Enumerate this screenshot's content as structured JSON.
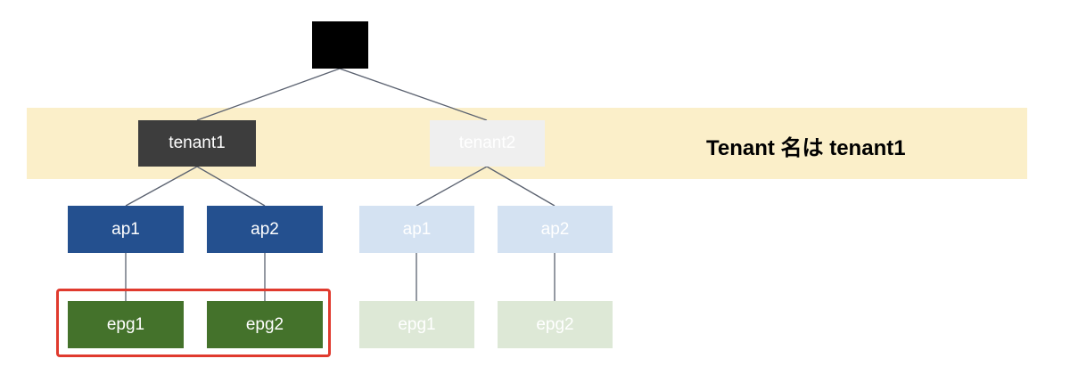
{
  "caption": "Tenant 名は tenant1",
  "colors": {
    "band": "#fbefc9",
    "root": "#000000",
    "tenant_active": "#3d3d3d",
    "tenant_inactive": "#efefef",
    "ap_active": "#24508f",
    "ap_inactive": "#d4e2f2",
    "epg_active": "#44722b",
    "epg_inactive": "#dde8d6",
    "highlight": "#e03a2e",
    "line": "#5b6270"
  },
  "tree": {
    "root": {
      "label": ""
    },
    "tenants": [
      {
        "label": "tenant1",
        "active": true,
        "aps": [
          {
            "label": "ap1",
            "epg": "epg1"
          },
          {
            "label": "ap2",
            "epg": "epg2"
          }
        ]
      },
      {
        "label": "tenant2",
        "active": false,
        "aps": [
          {
            "label": "ap1",
            "epg": "epg1"
          },
          {
            "label": "ap2",
            "epg": "epg2"
          }
        ]
      }
    ]
  }
}
